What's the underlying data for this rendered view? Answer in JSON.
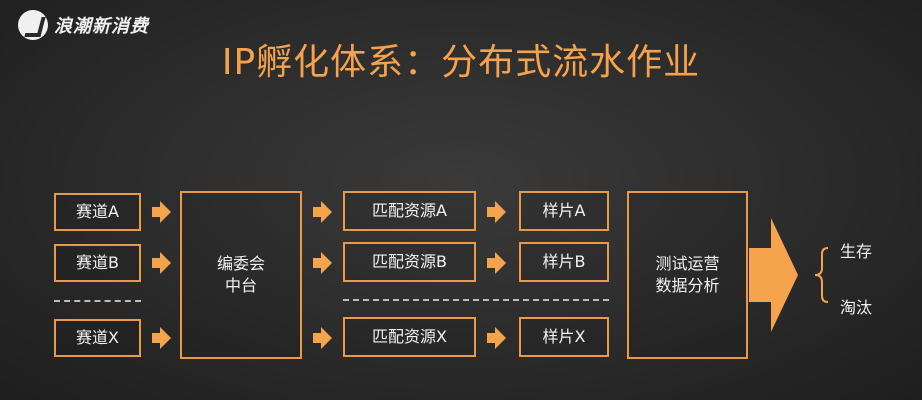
{
  "brand": {
    "name": "浪潮新消费"
  },
  "title": "IP孵化体系：分布式流水作业",
  "tracks": [
    "赛道A",
    "赛道B",
    "赛道X"
  ],
  "center": {
    "line1": "编委会",
    "line2": "中台"
  },
  "resources": [
    "匹配资源A",
    "匹配资源B",
    "匹配资源X"
  ],
  "samples": [
    "样片A",
    "样片B",
    "样片X"
  ],
  "analysis": {
    "line1": "测试运营",
    "line2": "数据分析"
  },
  "outcomes": [
    "生存",
    "淘汰"
  ],
  "colors": {
    "accent": "#e89a4a",
    "title": "#f5a24b",
    "arrow": "#f6a34e"
  }
}
